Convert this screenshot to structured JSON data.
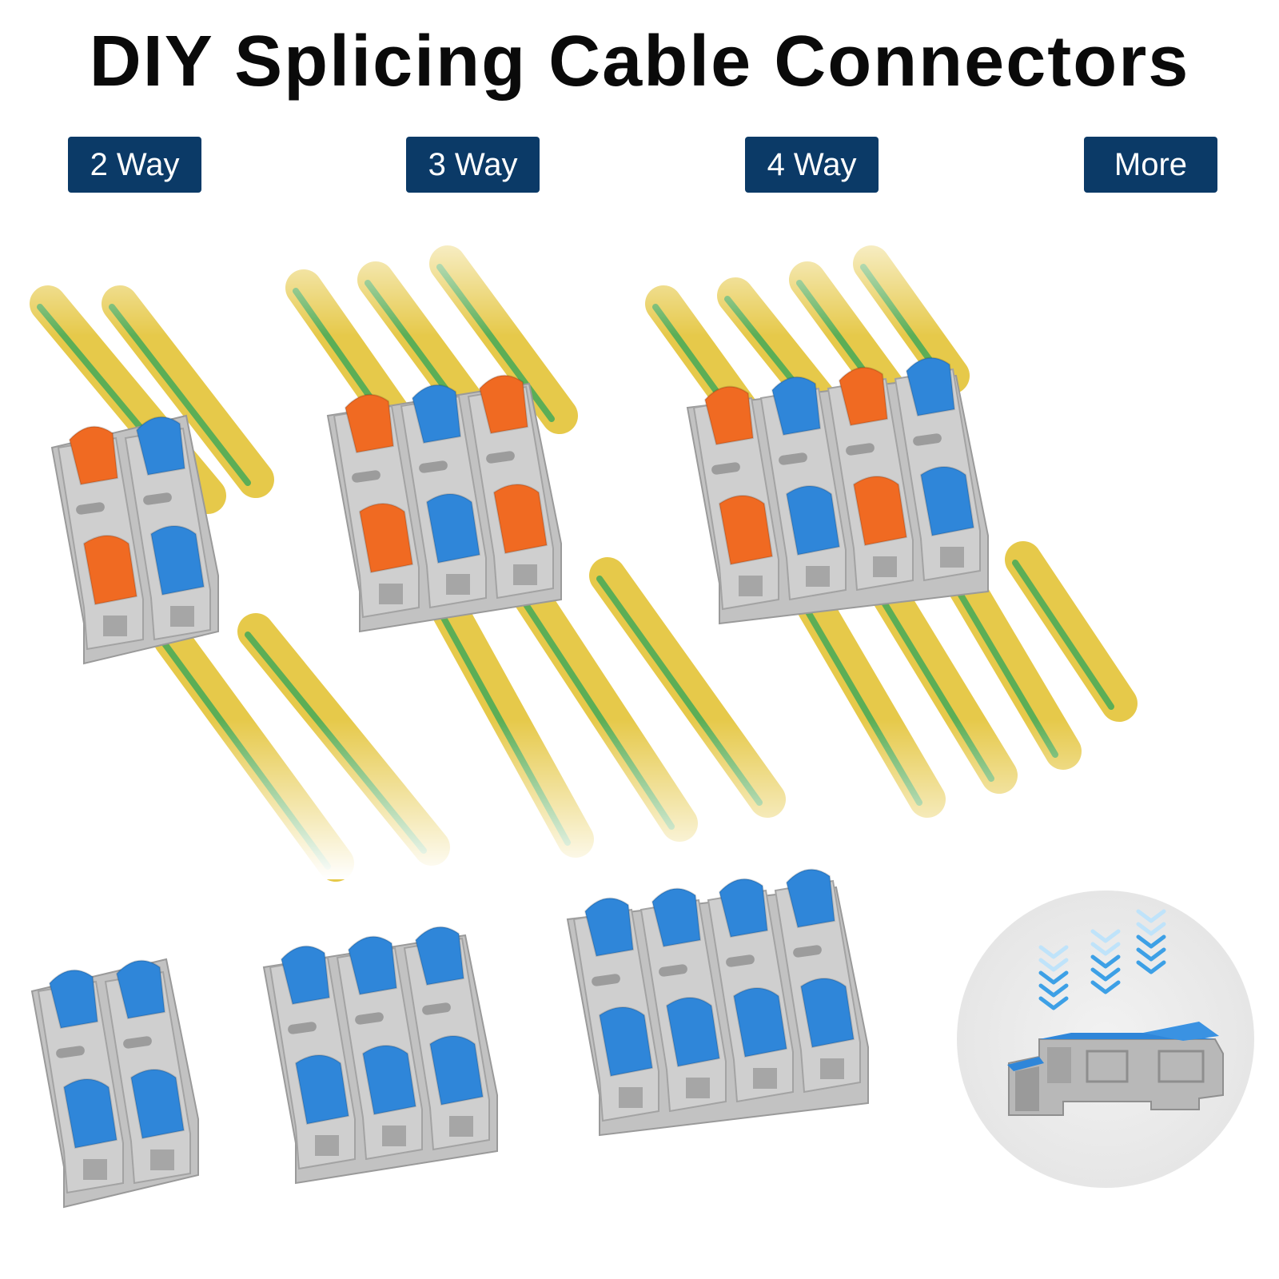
{
  "title": "DIY Splicing Cable Connectors",
  "tags": [
    {
      "label": "2 Way"
    },
    {
      "label": "3 Way"
    },
    {
      "label": "4 Way"
    },
    {
      "label": "More"
    }
  ],
  "colors": {
    "tag_bg": "#0b3a67",
    "wire_yellow": "#e6c94a",
    "wire_green": "#3aa85a",
    "housing_grey": "#b9b9b9",
    "lever_blue": "#2f86d9",
    "lever_orange": "#f06a22",
    "arrow_blue": "#3da0e6"
  },
  "top_connectors": [
    {
      "ways": 2,
      "levers": [
        "orange",
        "blue"
      ]
    },
    {
      "ways": 3,
      "levers": [
        "orange",
        "blue",
        "orange"
      ]
    },
    {
      "ways": 4,
      "levers": [
        "orange",
        "blue",
        "orange",
        "blue"
      ]
    }
  ],
  "bottom_connectors": [
    {
      "ways": 2,
      "levers": [
        "blue",
        "blue"
      ]
    },
    {
      "ways": 3,
      "levers": [
        "blue",
        "blue",
        "blue"
      ]
    },
    {
      "ways": 4,
      "levers": [
        "blue",
        "blue",
        "blue",
        "blue"
      ]
    }
  ],
  "side_view": {
    "icon": "press-down-arrows-icon",
    "arrow_columns": 3
  }
}
